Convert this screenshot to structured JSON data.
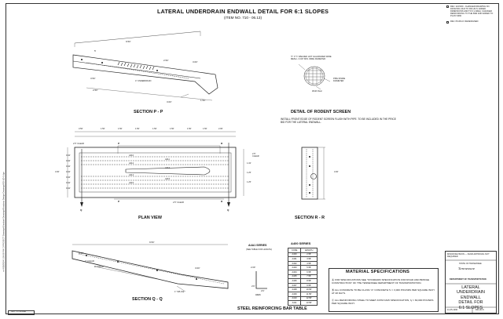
{
  "header": {
    "title": "LATERAL UNDERDRAIN ENDWALL DETAIL FOR 6:1 SLOPES",
    "subtitle": "(ITEM NO. 710 - 06.13)"
  },
  "sidebar_text": "rn 9/16/2024 1:50:06 PM  C:\\PROJECT Drawings\\Standard Drawings\\Roadway Design Drawings\\RD-UD-5.dgn",
  "revisions": {
    "rev1": "REV. 11/15/09 - CHANGED DRAWING NO. FROM RD-UD-8 TO RD-UD-5; ADDED DIMENSIONS AND TO 6:1 AREA; CHANGED REINFORCING TO THE BAR AND ADDED TO PLAN VIEW",
    "rev2": "REV. 05-08-16: REDESIGNED"
  },
  "sections": {
    "p": "SECTION P - P",
    "rodent": "DETAIL OF RODENT SCREEN",
    "plan": "PLAN VIEW",
    "r": "SECTION R - R",
    "q": "SECTION Q - Q",
    "steel": "STEEL REINFORCING BAR TABLE"
  },
  "labels": {
    "clear_top": "2.5\" CLEAR",
    "clear_bot": "2.5\" CLEAR",
    "clear_r": "2.5\" CLEAR",
    "pipe_label": "4\" UNDERDRAIN",
    "screen_label": "½\" X ½\" WELDED HOT GALVANIZED WIRE MESH - 0.047 MIN. WIRE DIAMETER",
    "pipe_inside": "PIPE INSIDE DIAMETER",
    "weld_label": "Weld Clear",
    "rodent_note": "INSTALL FRONT EDGE OF RODENT SCREEN FLUSH WITH PIPE. TO BE INCLUDED IN THE PRICE BID FOR THE LATERAL ENDWALL.",
    "p_top": "P",
    "p_bot": "P",
    "q_left": "Q",
    "q_right": "Q",
    "r_top": "R",
    "r_bot": "R",
    "bar_code": "A4A1",
    "q_splice": "1\" SPLICE",
    "q_clear1": "2\" CLEAR",
    "q_clear2": "3\" CLEAR"
  },
  "plan_dims": {
    "top": [
      "3.50'",
      "1.50'",
      "1.50'",
      "1.50'",
      "1.50'",
      "1.50'",
      "1.50'",
      "1.50'",
      "2.00'"
    ],
    "left": [
      "0.42'",
      "0.42'",
      "0.42'",
      "0.42'",
      "0.42'",
      "0.42'",
      "0.42'"
    ],
    "overall_left": "3.00'",
    "right": [
      "1.32'",
      "1.25'",
      "1.25'"
    ],
    "r_dim": "3.00'",
    "bars": [
      "A410",
      "A411",
      "A412",
      "A413",
      "A414",
      "A415",
      "A416"
    ]
  },
  "table_a4a1": {
    "title": "A4A1 SERIES",
    "subtitle": "(SEE TABLE FOR LENGTH)"
  },
  "table_a400": {
    "title": "A400 SERIES",
    "headers": [
      "CODE",
      "LENGTH"
    ],
    "rows": [
      [
        "A400",
        "2.58'"
      ],
      [
        "A401",
        "3.58'"
      ],
      [
        "A402",
        "4.58'"
      ],
      [
        "A403",
        "5.58'"
      ],
      [
        "A404",
        "6.58'"
      ],
      [
        "A405",
        "7.58'"
      ],
      [
        "A406",
        "8.58'"
      ],
      [
        "A407",
        "9.58'"
      ],
      [
        "A408",
        "10.58'"
      ],
      [
        "A409",
        "11.58'"
      ],
      [
        "A410",
        "12.58'"
      ],
      [
        "A411",
        "13.58'"
      ]
    ]
  },
  "material": {
    "title": "MATERIAL SPECIFICATIONS",
    "items": [
      "FOR SPECIFICATIONS SEE \"STANDARD SPECIFICATION FOR ROAD AND BRIDGE CONSTRUCTION\" OF THE TENNESSEE DEPARTMENT OF TRANSPORTATION.",
      "ALL CONCRETE TO BE CLASS \"A\" CONCRETE f'c = 3,000 POUNDS PER SQUARE INCH AT 28 DAYS.",
      "ALL REINFORCING STEEL TO MEET ASTM A615 SPECIFICATION, fy = 60,000 POUNDS PER SQUARE INCH."
    ]
  },
  "title_block": {
    "minor_rev": "MINOR REVISION --- FHWA APPROVAL NOT REQUIRED",
    "state": "STATE OF TENNESSEE",
    "dept": "DEPARTMENT OF TRANSPORTATION",
    "logo_word": "Tennessee",
    "drawing_title": [
      "LATERAL",
      "UNDERDRAIN",
      "ENDWALL",
      "DETAIL FOR",
      "6:1 SLOPES"
    ],
    "date": "11-05-1996",
    "drawing_no": "RD-UD-5"
  },
  "not_to_scale": "NOT TO SCALE"
}
